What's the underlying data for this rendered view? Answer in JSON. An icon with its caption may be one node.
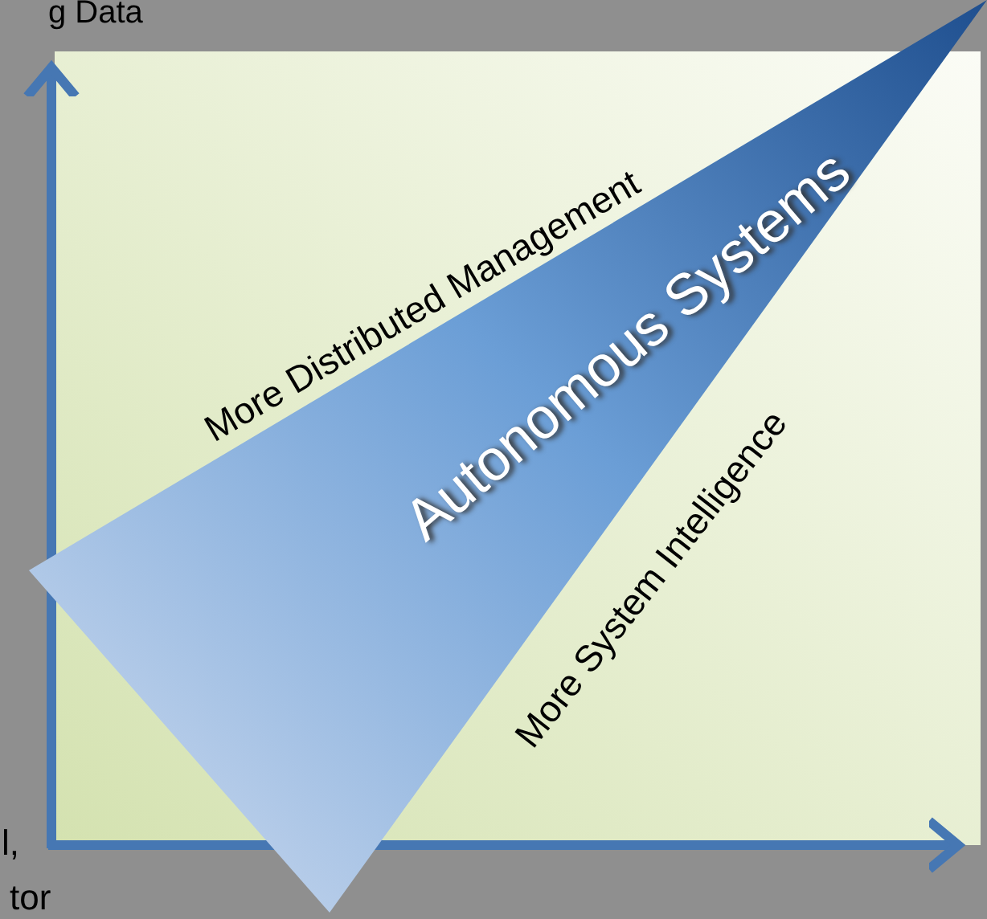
{
  "diagram": {
    "nodes": [
      {
        "text": [
          "Autonomous Systems"
        ]
      }
    ],
    "labels": [
      "g Data",
      "More Distributed Management",
      "More System Intelligence",
      "l,",
      "tor"
    ]
  }
}
